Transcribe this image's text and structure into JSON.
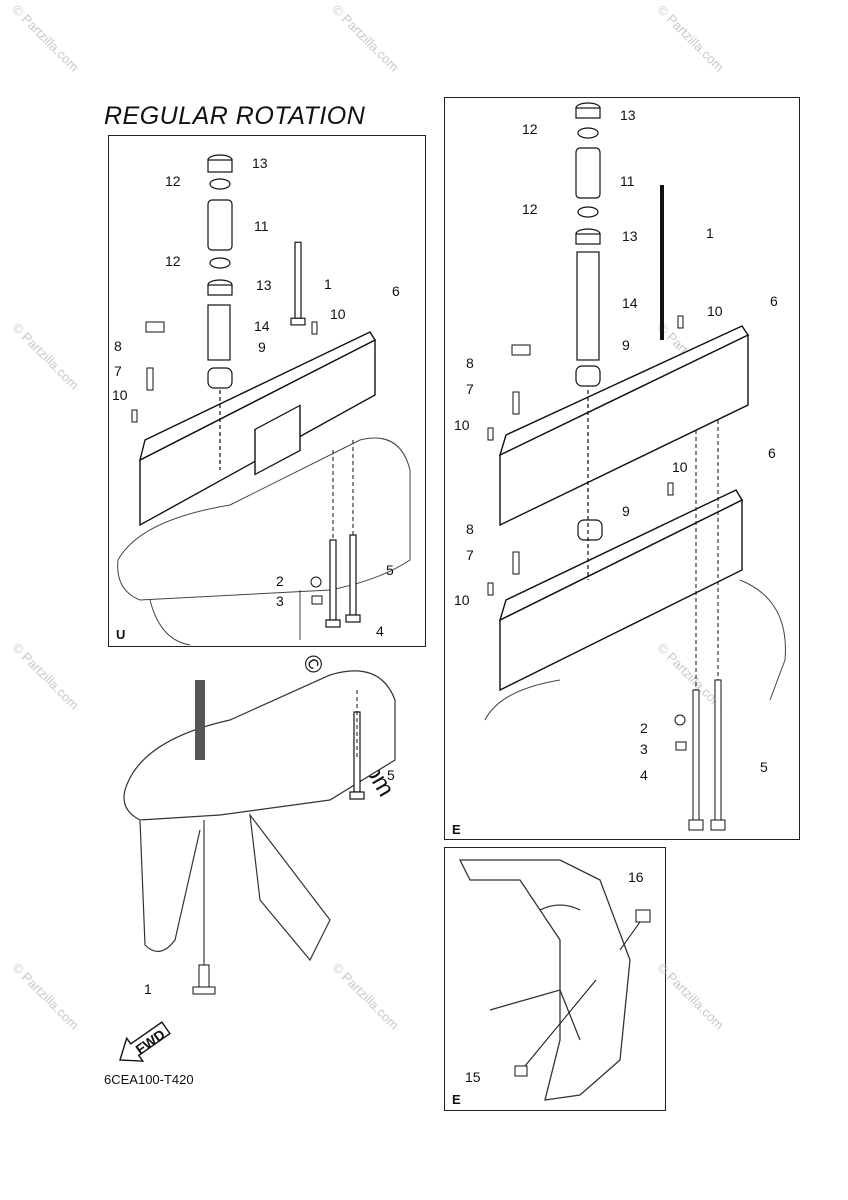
{
  "title": "REGULAR ROTATION",
  "diagram_code": "6CEA100-T420",
  "watermark": "© Partzilla.com",
  "watermark_center": "© partzilla.com",
  "fwd_label": "FWD",
  "panels": {
    "u": {
      "label": "U"
    },
    "e_top": {
      "label": "E"
    },
    "e_bottom": {
      "label": "E"
    }
  },
  "callouts": {
    "u": [
      "13",
      "12",
      "11",
      "12",
      "13",
      "1",
      "10",
      "6",
      "14",
      "8",
      "9",
      "7",
      "10",
      "2",
      "5",
      "3",
      "4"
    ],
    "main": [
      "5",
      "1"
    ],
    "e": [
      "13",
      "12",
      "11",
      "12",
      "13",
      "1",
      "10",
      "6",
      "14",
      "8",
      "9",
      "7",
      "10",
      "10",
      "6",
      "8",
      "9",
      "7",
      "10",
      "2",
      "3",
      "4",
      "5"
    ],
    "clamp": [
      "16",
      "15"
    ]
  }
}
